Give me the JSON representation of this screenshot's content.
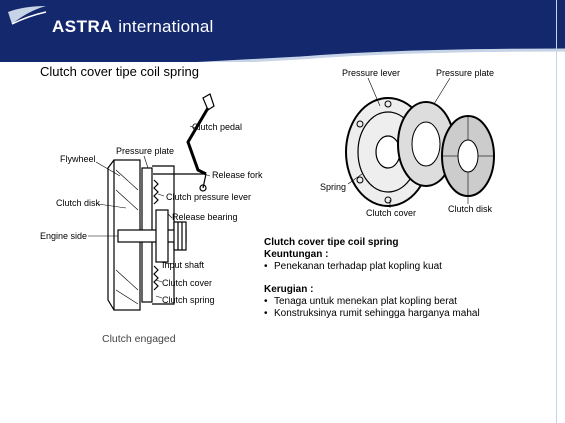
{
  "header": {
    "brand_bold": "ASTRA",
    "brand_light": "international",
    "colors": {
      "navy": "#14286e",
      "accent": "#c7d3e6"
    }
  },
  "slide_title": "Clutch cover tipe coil spring",
  "left_figure": {
    "labels": {
      "clutch_pedal": "Clutch pedal",
      "flywheel": "Flywheel",
      "pressure_plate": "Pressure plate",
      "release_fork": "Release fork",
      "clutch_disk": "Clutch disk",
      "clutch_pressure_lever": "Clutch pressure lever",
      "release_bearing": "Release bearing",
      "engine_side": "Engine side",
      "input_shaft": "Input shaft",
      "clutch_cover": "Clutch cover",
      "clutch_spring": "Clutch spring"
    },
    "caption": "Clutch engaged"
  },
  "right_figure": {
    "labels": {
      "pressure_lever": "Pressure lever",
      "pressure_plate": "Pressure plate",
      "spring": "Spring",
      "clutch_cover": "Clutch cover",
      "clutch_disk": "Clutch disk"
    }
  },
  "info": {
    "title": "Clutch cover tipe coil spring",
    "advantages_heading": "Keuntungan :",
    "advantages": [
      "Penekanan terhadap plat kopling kuat"
    ],
    "disadvantages_heading": "Kerugian :",
    "disadvantages": [
      "Tenaga untuk menekan plat kopling berat",
      "Konstruksinya rumit sehingga harganya mahal"
    ]
  }
}
